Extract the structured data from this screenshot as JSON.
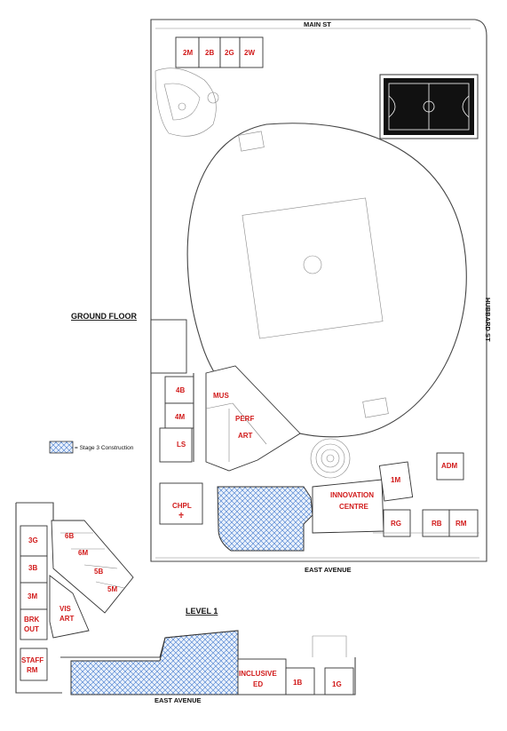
{
  "streets": {
    "main": "MAIN ST",
    "hubbard": "HUBBARD ST",
    "east_avenue_ground": "EAST AVENUE",
    "east_avenue_level1": "EAST AVENUE"
  },
  "floors": {
    "ground": "GROUND FLOOR",
    "level1": "LEVEL 1"
  },
  "legend": {
    "label": "= Stage 3 Construction",
    "hatch_color": "#4a7fd0"
  },
  "accent_color": "#d11a1a",
  "ground_rooms": {
    "r2m": "2M",
    "r2b": "2B",
    "r2g": "2G",
    "r2w": "2W",
    "r4b": "4B",
    "r4m": "4M",
    "ls": "LS",
    "mus": "MUS",
    "perf_line1": "PERF",
    "perf_line2": "ART",
    "chpl": "CHPL",
    "chpl_symbol": "♱",
    "innov_line1": "INNOVATION",
    "innov_line2": "CENTRE",
    "r1m": "1M",
    "adm": "ADM",
    "rg": "RG",
    "rb": "RB",
    "rm": "RM"
  },
  "level1_rooms": {
    "r3g": "3G",
    "r3b": "3B",
    "r3m": "3M",
    "brk_line1": "BRK",
    "brk_line2": "OUT",
    "staff_line1": "STAFF",
    "staff_line2": "RM",
    "r6b": "6B",
    "r6m": "6M",
    "r5b": "5B",
    "r5m": "5M",
    "vis_line1": "VIS",
    "vis_line2": "ART",
    "incl_line1": "INCLUSIVE",
    "incl_line2": "ED",
    "r1b": "1B",
    "r1g": "1G"
  }
}
